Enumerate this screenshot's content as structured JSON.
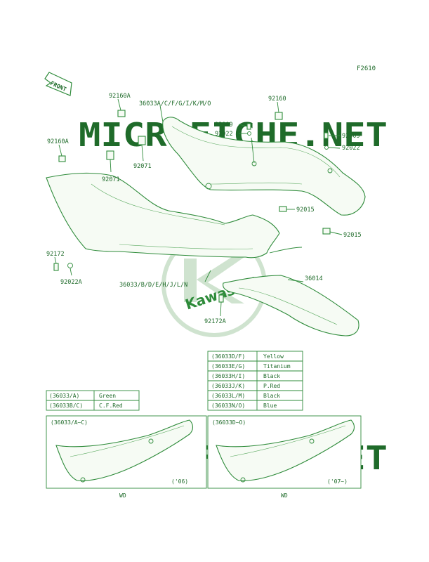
{
  "figure_id": "F2610",
  "front_label": "FRONT",
  "watermark_text": "MICROFICHE.NET",
  "logo_text": "Kawasaki",
  "colors": {
    "line": "#2e8b3a",
    "text": "#1f6b2a",
    "watermark": "#e3e3e3",
    "logo": "#cfe3cf"
  },
  "callouts": {
    "c92160A_top": "92160A",
    "c36033_top": "36033A/C/F/G/I/K/M/O",
    "c92160": "92160",
    "c92009_a": "92009",
    "c92022_a": "92022",
    "c92009_b": "92009",
    "c92022_b": "92022",
    "c92160A_left": "92160A",
    "c92071_left": "92071",
    "c92071_mid": "92071",
    "c92015_a": "92015",
    "c92015_b": "92015",
    "c92172": "92172",
    "c92022A": "92022A",
    "c36033_bottom": "36033/B/D/E/H/J/L/N",
    "c36014": "36014",
    "c92172A": "92172A"
  },
  "color_table_left": {
    "rows": [
      {
        "code": "(36033/A)",
        "color": "Green"
      },
      {
        "code": "(36033B/C)",
        "color": "C.F.Red"
      }
    ]
  },
  "color_table_right": {
    "rows": [
      {
        "code": "(36033D/F)",
        "color": "Yellow"
      },
      {
        "code": "(36033E/G)",
        "color": "Titanium"
      },
      {
        "code": "(36033H/I)",
        "color": "Black"
      },
      {
        "code": "(36033J/K)",
        "color": "P.Red"
      },
      {
        "code": "(36033L/M)",
        "color": "Black"
      },
      {
        "code": "(36033N/O)",
        "color": "Blue"
      }
    ]
  },
  "variant_left": {
    "header": "(36033/A~C)",
    "year": "('06)",
    "region": "WD"
  },
  "variant_right": {
    "header": "(36033D~O)",
    "year": "('07~)",
    "region": "WD"
  }
}
